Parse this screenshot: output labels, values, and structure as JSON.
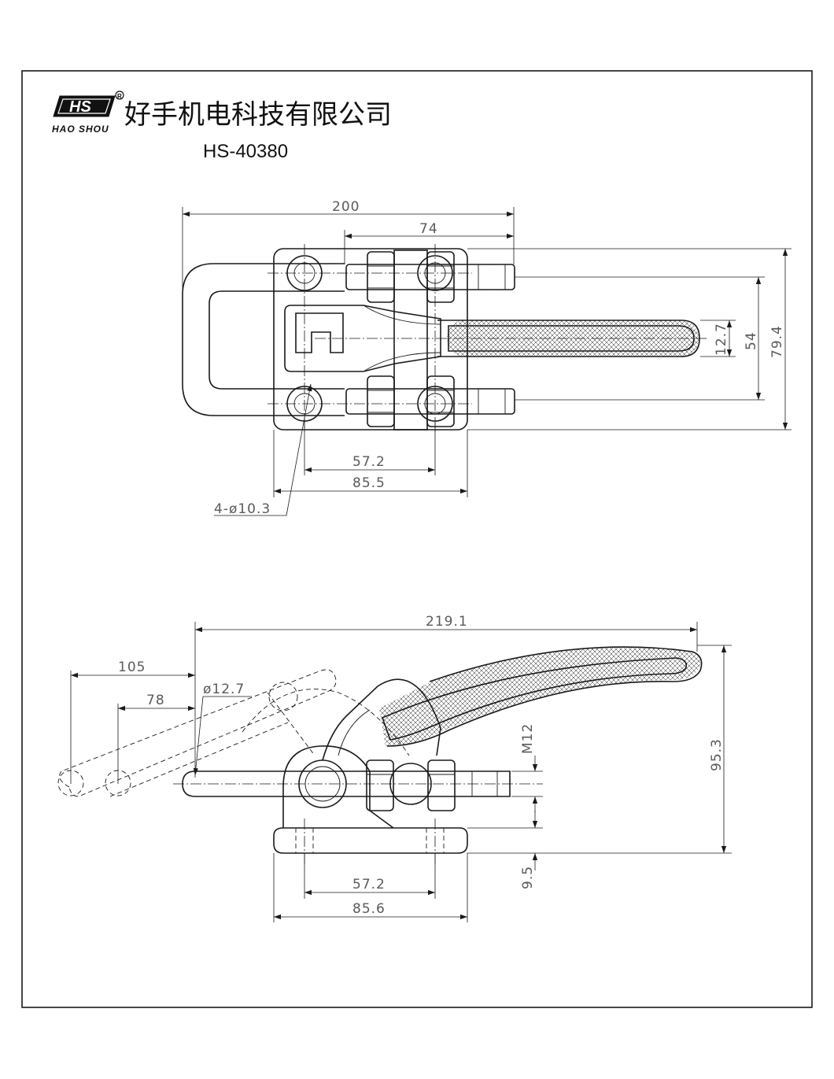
{
  "header": {
    "logo_text": "HS",
    "registered_mark": "R",
    "brand_sub": "HAO SHOU",
    "company": "好手机电科技有限公司",
    "model": "HS-40380"
  },
  "dimensions": {
    "top_view": {
      "overall_length": "200",
      "stud_offset": "74",
      "handle_width": "12.7",
      "stud_spacing": "54",
      "overall_width": "79.4",
      "hole_spacing": "57.2",
      "base_length": "85.5",
      "holes": "4-ø10.3"
    },
    "side_view": {
      "overall_length": "219.1",
      "open_travel_1": "105",
      "open_travel_2": "78",
      "bar_diameter": "ø12.7",
      "thread": "M12",
      "height": "95.3",
      "base_thickness": "9.5",
      "hole_spacing": "57.2",
      "base_length": "85.6"
    }
  }
}
